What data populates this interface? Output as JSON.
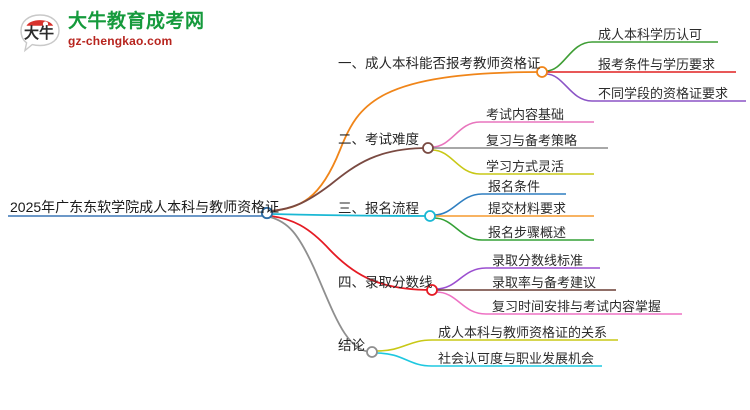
{
  "logo": {
    "mark_name": "speech-bubble-logo",
    "mark_text": "大牛",
    "title": "大牛教育成考网",
    "subtitle": "gz-chengkao.com",
    "title_color": "#159a3c",
    "subtitle_color": "#b7241e",
    "mark_accent": "#d8322c"
  },
  "mindmap": {
    "root": {
      "label": "2025年广东东软学院成人本科与教师资格证",
      "underline_color": "#3c77b5",
      "node_color": "#2e6da4"
    },
    "branches": [
      {
        "label": "一、成人本科能否报考教师资格证",
        "branch_color": "#f08519",
        "node_color": "#f08519",
        "children": [
          {
            "label": "成人本科学历认可",
            "color": "#3f9e35"
          },
          {
            "label": "报考条件与学历要求",
            "color": "#e02020"
          },
          {
            "label": "不同学段的资格证要求",
            "color": "#8b54c6"
          }
        ]
      },
      {
        "label": "二、考试难度",
        "branch_color": "#7a4a42",
        "node_color": "#7a4a42",
        "children": [
          {
            "label": "考试内容基础",
            "color": "#e875bd"
          },
          {
            "label": "复习与备考策略",
            "color": "#8c8c8c"
          },
          {
            "label": "学习方式灵活",
            "color": "#c8c816"
          }
        ]
      },
      {
        "label": "三、报名流程",
        "branch_color": "#1ab8d4",
        "node_color": "#1ab8d4",
        "children": [
          {
            "label": "报名条件",
            "color": "#2f7fc1"
          },
          {
            "label": "提交材料要求",
            "color": "#f59a2e"
          },
          {
            "label": "报名步骤概述",
            "color": "#34a036"
          }
        ]
      },
      {
        "label": "四、录取分数线",
        "branch_color": "#e51b24",
        "node_color": "#e51b24",
        "children": [
          {
            "label": "录取分数线标准",
            "color": "#9b4fd0"
          },
          {
            "label": "录取率与备考建议",
            "color": "#6b3f35"
          },
          {
            "label": "复习时间安排与考试内容掌握",
            "color": "#ee72c4"
          }
        ]
      },
      {
        "label": "结论",
        "branch_color": "#8f8f8f",
        "node_color": "#8f8f8f",
        "children": [
          {
            "label": "成人本科与教师资格证的关系",
            "color": "#c8c816"
          },
          {
            "label": "社会认可度与职业发展机会",
            "color": "#1ec8e0"
          }
        ]
      }
    ]
  }
}
